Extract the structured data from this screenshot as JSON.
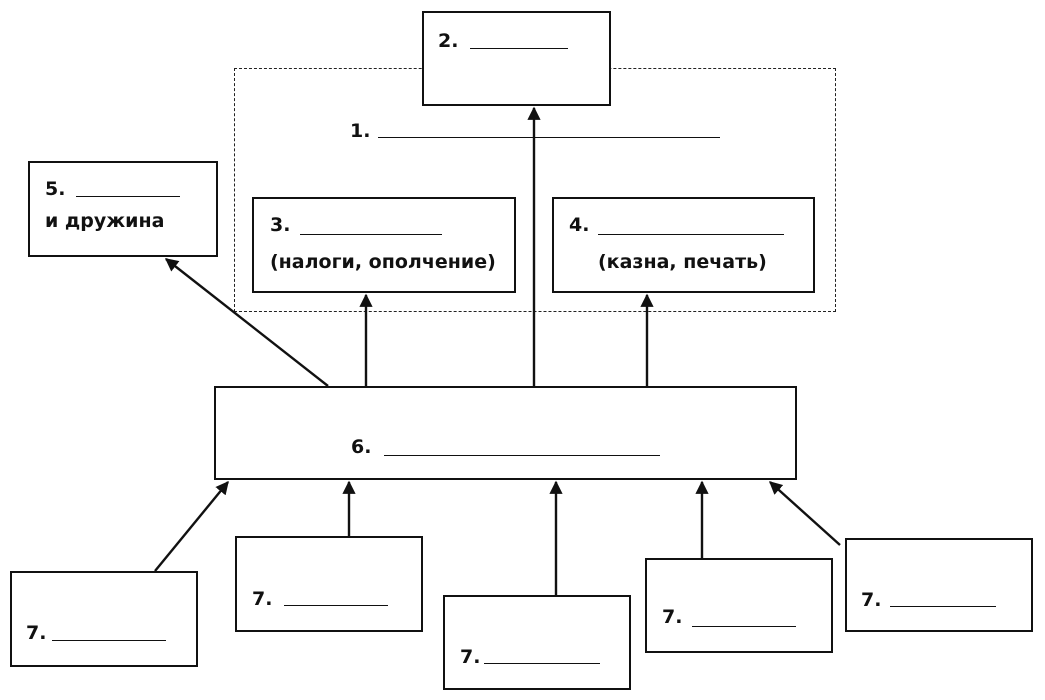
{
  "diagram": {
    "outer_group": {
      "number": "1."
    },
    "box_2": {
      "number": "2."
    },
    "box_3": {
      "number": "3.",
      "caption": "(налоги, ополчение)"
    },
    "box_4": {
      "number": "4.",
      "caption": "(казна, печать)"
    },
    "box_5": {
      "number": "5.",
      "caption": "и дружина"
    },
    "box_6": {
      "number": "6."
    },
    "box_7": {
      "number": "7."
    }
  },
  "colors": {
    "ink": "#111111",
    "paper": "#ffffff"
  }
}
